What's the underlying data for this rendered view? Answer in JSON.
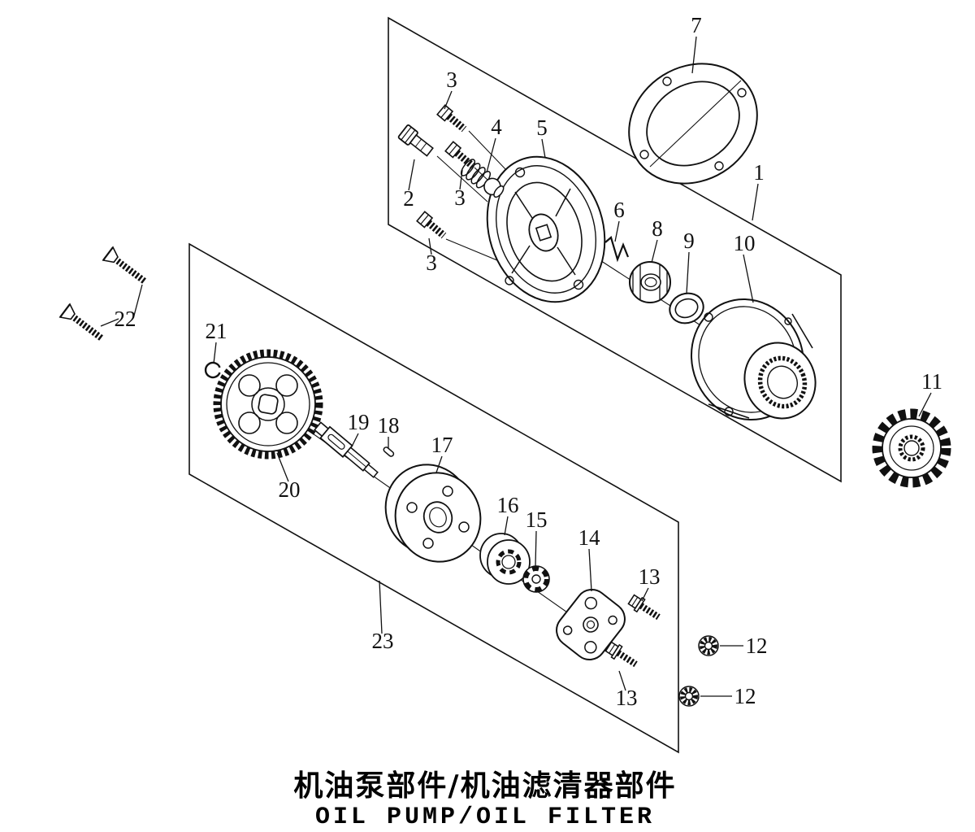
{
  "title": {
    "chinese": "机油泵部件/机油滤清器部件",
    "english": "OIL PUMP/OIL FILTER"
  },
  "callouts": [
    {
      "num": "1"
    },
    {
      "num": "2"
    },
    {
      "num": "3"
    },
    {
      "num": "3"
    },
    {
      "num": "3"
    },
    {
      "num": "4"
    },
    {
      "num": "5"
    },
    {
      "num": "6"
    },
    {
      "num": "7"
    },
    {
      "num": "8"
    },
    {
      "num": "9"
    },
    {
      "num": "10"
    },
    {
      "num": "11"
    },
    {
      "num": "12"
    },
    {
      "num": "12"
    },
    {
      "num": "13"
    },
    {
      "num": "13"
    },
    {
      "num": "14"
    },
    {
      "num": "15"
    },
    {
      "num": "16"
    },
    {
      "num": "17"
    },
    {
      "num": "18"
    },
    {
      "num": "19"
    },
    {
      "num": "20"
    },
    {
      "num": "21"
    },
    {
      "num": "22"
    },
    {
      "num": "23"
    }
  ]
}
